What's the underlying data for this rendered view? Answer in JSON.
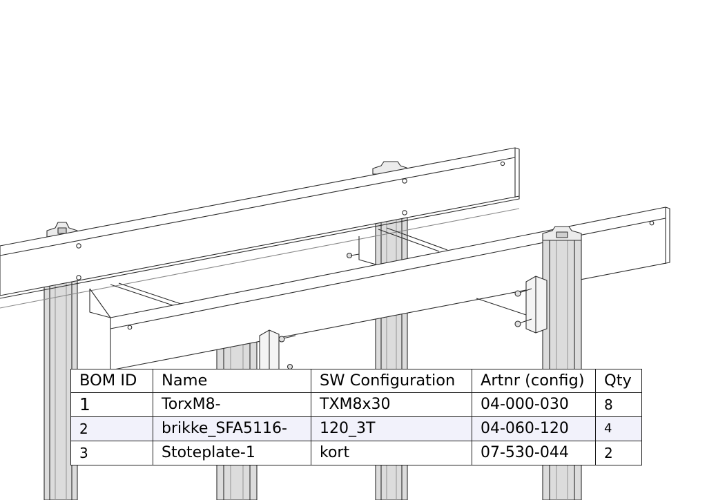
{
  "colors": {
    "line": "#2b2b2b",
    "profile_fill": "#dcdcdc",
    "profile_shade": "#a8a8a8",
    "row_highlight": "#f2f2fb",
    "table_border": "#1a1a1a"
  },
  "bom": {
    "headers": [
      "BOM ID",
      "Name",
      "SW Configuration",
      "Artnr (config)",
      "Qty"
    ],
    "rows": [
      {
        "id": "1",
        "name": "TorxM8-",
        "config": "TXM8x30",
        "artnr": "04-000-030",
        "qty": "8"
      },
      {
        "id": "2",
        "name": "brikke_SFA5116-",
        "config": "120_3T",
        "artnr": "04-060-120",
        "qty": "4"
      },
      {
        "id": "3",
        "name": "Stoteplate-1",
        "config": "kort",
        "artnr": "07-530-044",
        "qty": "2"
      }
    ]
  }
}
